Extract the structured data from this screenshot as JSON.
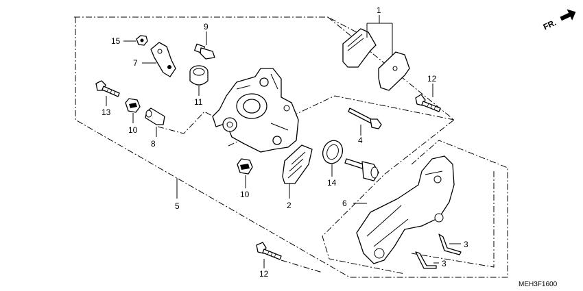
{
  "diagram": {
    "callouts": [
      {
        "id": "c1",
        "label": "1"
      },
      {
        "id": "c2",
        "label": "2"
      },
      {
        "id": "c3a",
        "label": "3"
      },
      {
        "id": "c3b",
        "label": "3"
      },
      {
        "id": "c4",
        "label": "4"
      },
      {
        "id": "c5",
        "label": "5"
      },
      {
        "id": "c6",
        "label": "6"
      },
      {
        "id": "c7",
        "label": "7"
      },
      {
        "id": "c8",
        "label": "8"
      },
      {
        "id": "c9",
        "label": "9"
      },
      {
        "id": "c10a",
        "label": "10"
      },
      {
        "id": "c10b",
        "label": "10"
      },
      {
        "id": "c11",
        "label": "11"
      },
      {
        "id": "c12a",
        "label": "12"
      },
      {
        "id": "c12b",
        "label": "12"
      },
      {
        "id": "c13",
        "label": "13"
      },
      {
        "id": "c14",
        "label": "14"
      },
      {
        "id": "c15",
        "label": "15"
      }
    ],
    "direction_label": "FR.",
    "drawing_code": "MEH3F1600"
  },
  "colors": {
    "line": "#000000",
    "background": "#ffffff"
  },
  "icons": {
    "direction_arrow": "arrow-right-icon"
  }
}
